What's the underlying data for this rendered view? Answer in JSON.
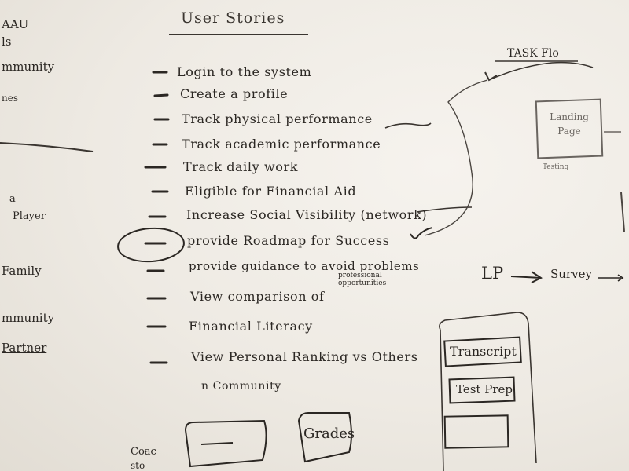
{
  "heading": "User Stories",
  "stories": [
    "Login to the system",
    "Create a profile",
    "Track physical performance",
    "Track academic performance",
    "Track daily work",
    "Eligible for Financial Aid",
    "Increase Social Visibility (network)",
    "provide Roadmap for Success",
    "provide guidance to avoid problems",
    "View comparison of",
    "Financial Literacy",
    "View Personal Ranking vs Others",
    "n Community"
  ],
  "story_note": "professional opportunities",
  "left_fragments": [
    "AAU",
    "ls",
    "mmunity",
    "nes",
    "a",
    "Player",
    "Family",
    "mmunity",
    "Partner"
  ],
  "task_flow": {
    "title": "TASK Flo",
    "landing_box": "Landing Page",
    "testing_label": "Testing",
    "lp": "LP",
    "survey": "Survey"
  },
  "wireframe_boxes": [
    "Transcript",
    "Test Prep"
  ],
  "bottom_boxes": [
    "Grades"
  ],
  "bottom_left": [
    "Coac",
    "sto"
  ]
}
